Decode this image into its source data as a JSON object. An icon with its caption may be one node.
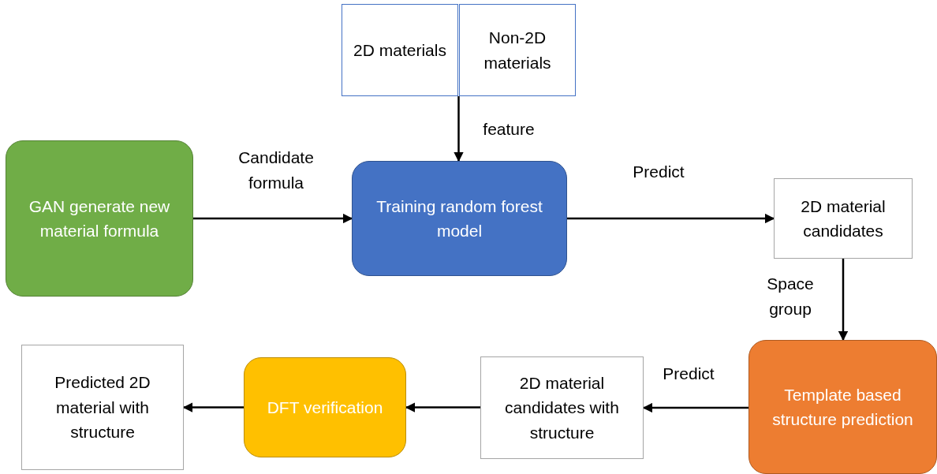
{
  "diagram": {
    "nodes": [
      {
        "text": [
          "2D materials"
        ]
      },
      {
        "text": [
          "Non-2D materials"
        ]
      },
      {
        "text": [
          "GAN generate new material formula"
        ]
      },
      {
        "text": [
          "Training random forest model"
        ]
      },
      {
        "text": [
          "2D material candidates"
        ]
      },
      {
        "text": [
          "Template based structure prediction"
        ]
      },
      {
        "text": [
          "2D material candidates with structure"
        ]
      },
      {
        "text": [
          "DFT verification"
        ]
      },
      {
        "text": [
          "Predicted 2D material with structure"
        ]
      }
    ],
    "edges": [
      {
        "from": 0,
        "to": 3,
        "arrow": "to",
        "label": "feature"
      },
      {
        "from": 1,
        "to": 3,
        "arrow": "to"
      },
      {
        "from": 2,
        "to": 3,
        "arrow": "to",
        "label": "Candidate formula"
      },
      {
        "from": 3,
        "to": 4,
        "arrow": "to",
        "label": "Predict"
      },
      {
        "from": 4,
        "to": 5,
        "arrow": "to",
        "label": "Space group"
      },
      {
        "from": 5,
        "to": 6,
        "arrow": "to",
        "label": "Predict"
      },
      {
        "from": 6,
        "to": 7,
        "arrow": "to"
      },
      {
        "from": 7,
        "to": 8,
        "arrow": "to"
      }
    ]
  }
}
